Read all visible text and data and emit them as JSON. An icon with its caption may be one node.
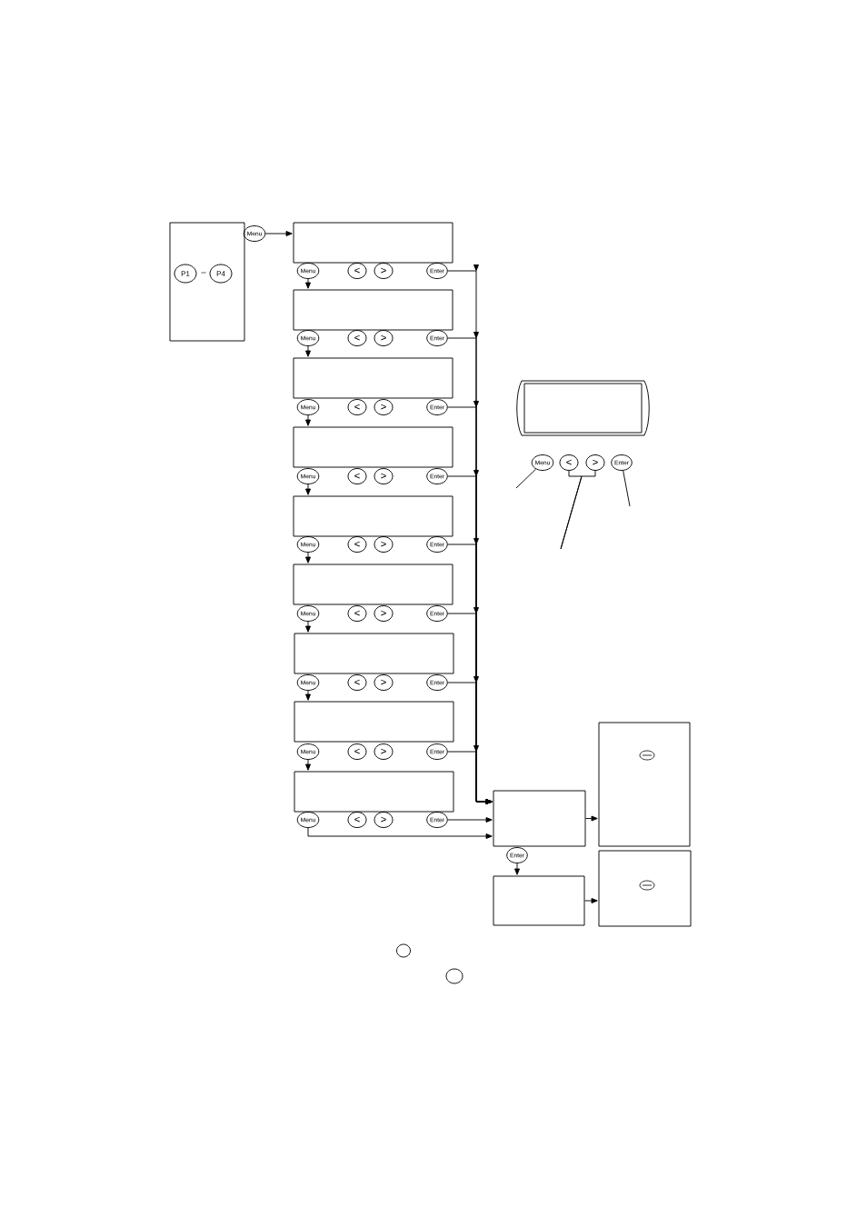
{
  "diagram": {
    "nodes": [
      {
        "text": [
          "–"
        ]
      },
      {
        "text": [
          "P1"
        ],
        "in": 0
      },
      {
        "text": [
          "P4"
        ],
        "in": 0
      },
      {
        "text": [
          "Menu"
        ]
      },
      {
        "text": [],
        "shape": "box"
      },
      {
        "text": [
          "Menu"
        ]
      },
      {
        "text": [
          "<"
        ]
      },
      {
        "text": [
          ">"
        ]
      },
      {
        "text": [
          "Enter"
        ]
      },
      {
        "text": [],
        "shape": "box"
      },
      {
        "text": [
          "Menu"
        ]
      },
      {
        "text": [
          "<"
        ]
      },
      {
        "text": [
          ">"
        ]
      },
      {
        "text": [
          "Enter"
        ]
      },
      {
        "text": [],
        "shape": "box"
      },
      {
        "text": [
          "Menu"
        ]
      },
      {
        "text": [
          "<"
        ]
      },
      {
        "text": [
          ">"
        ]
      },
      {
        "text": [
          "Enter"
        ]
      },
      {
        "text": [],
        "shape": "box"
      },
      {
        "text": [
          "Menu"
        ]
      },
      {
        "text": [
          "<"
        ]
      },
      {
        "text": [
          ">"
        ]
      },
      {
        "text": [
          "Enter"
        ]
      },
      {
        "text": [],
        "shape": "box"
      },
      {
        "text": [
          "Menu"
        ]
      },
      {
        "text": [
          "<"
        ]
      },
      {
        "text": [
          ">"
        ]
      },
      {
        "text": [
          "Enter"
        ]
      },
      {
        "text": [],
        "shape": "box"
      },
      {
        "text": [
          "Menu"
        ]
      },
      {
        "text": [
          "<"
        ]
      },
      {
        "text": [
          ">"
        ]
      },
      {
        "text": [
          "Enter"
        ]
      },
      {
        "text": [],
        "shape": "box"
      },
      {
        "text": [
          "Menu"
        ]
      },
      {
        "text": [
          "<"
        ]
      },
      {
        "text": [
          ">"
        ]
      },
      {
        "text": [
          "Enter"
        ]
      },
      {
        "text": [],
        "shape": "box"
      },
      {
        "text": [
          "Menu"
        ]
      },
      {
        "text": [
          "<"
        ]
      },
      {
        "text": [
          ">"
        ]
      },
      {
        "text": [
          "Enter"
        ]
      },
      {
        "text": [],
        "shape": "box"
      },
      {
        "text": [
          "Menu"
        ]
      },
      {
        "text": [
          "<"
        ]
      },
      {
        "text": [
          ">"
        ]
      },
      {
        "text": [
          "Enter"
        ]
      },
      {
        "text": [
          "Menu"
        ]
      },
      {
        "text": [
          "<"
        ]
      },
      {
        "text": [
          ">"
        ]
      },
      {
        "text": [
          "Enter"
        ]
      },
      {
        "text": [],
        "shape": "box"
      },
      {
        "text": [],
        "shape": "box"
      },
      {
        "text": [
          "Enter"
        ]
      },
      {
        "text": [],
        "shape": "box"
      },
      {
        "text": [],
        "shape": "box"
      }
    ],
    "edges": [
      {
        "from": 3,
        "to": 4,
        "arrow": "to"
      },
      {
        "from": 5,
        "to": 9,
        "arrow": "to"
      },
      {
        "from": 8,
        "to": 54,
        "arrow": "to"
      },
      {
        "from": 10,
        "to": 14,
        "arrow": "to"
      },
      {
        "from": 13,
        "to": 54,
        "arrow": "to"
      },
      {
        "from": 15,
        "to": 19,
        "arrow": "to"
      },
      {
        "from": 18,
        "to": 54,
        "arrow": "to"
      },
      {
        "from": 20,
        "to": 24,
        "arrow": "to"
      },
      {
        "from": 23,
        "to": 54,
        "arrow": "to"
      },
      {
        "from": 25,
        "to": 29,
        "arrow": "to"
      },
      {
        "from": 28,
        "to": 54,
        "arrow": "to"
      },
      {
        "from": 30,
        "to": 34,
        "arrow": "to"
      },
      {
        "from": 33,
        "to": 54,
        "arrow": "to"
      },
      {
        "from": 35,
        "to": 39,
        "arrow": "to"
      },
      {
        "from": 38,
        "to": 54,
        "arrow": "to"
      },
      {
        "from": 40,
        "to": 44,
        "arrow": "to"
      },
      {
        "from": 43,
        "to": 54,
        "arrow": "to"
      },
      {
        "from": 45,
        "to": 54,
        "arrow": "to"
      },
      {
        "from": 48,
        "to": 54,
        "arrow": "to"
      },
      {
        "from": 54,
        "to": 53,
        "arrow": "to"
      },
      {
        "from": 55,
        "to": 56,
        "arrow": "to"
      },
      {
        "from": 56,
        "to": 57,
        "arrow": "to"
      },
      {
        "from": null,
        "to": 49,
        "arrow": "none"
      },
      {
        "from": null,
        "to": 50,
        "arrow": "none"
      },
      {
        "from": null,
        "to": 51,
        "arrow": "none"
      },
      {
        "from": null,
        "to": 52,
        "arrow": "none"
      }
    ]
  }
}
